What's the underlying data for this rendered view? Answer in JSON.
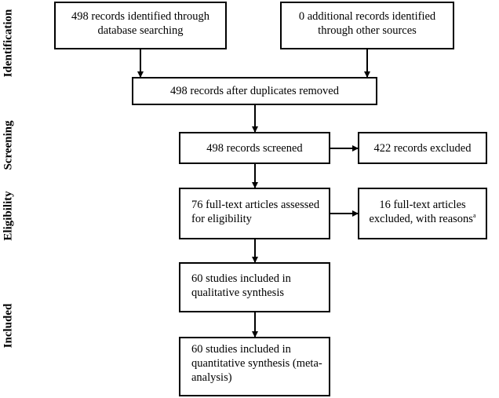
{
  "stages": {
    "identification": "Identification",
    "screening": "Screening",
    "eligibility": "Eligibility",
    "included": "Included"
  },
  "boxes": {
    "database": [
      "498 records identified through",
      "database searching"
    ],
    "other_sources": [
      "0 additional records identified",
      "through other sources"
    ],
    "after_duplicates": [
      "498 records after duplicates removed"
    ],
    "screened": [
      "498 records screened"
    ],
    "excluded": [
      "422 records excluded"
    ],
    "fulltext_assessed": [
      "76 full-text articles assessed",
      "for eligibility"
    ],
    "fulltext_excluded": [
      "16 full-text articles",
      "excluded, with reasons"
    ],
    "fulltext_excluded_note": "a",
    "qualitative": [
      "60 studies included in",
      "qualitative synthesis"
    ],
    "quantitative": [
      "60 studies included in",
      "quantitative synthesis (meta-",
      "analysis)"
    ]
  }
}
